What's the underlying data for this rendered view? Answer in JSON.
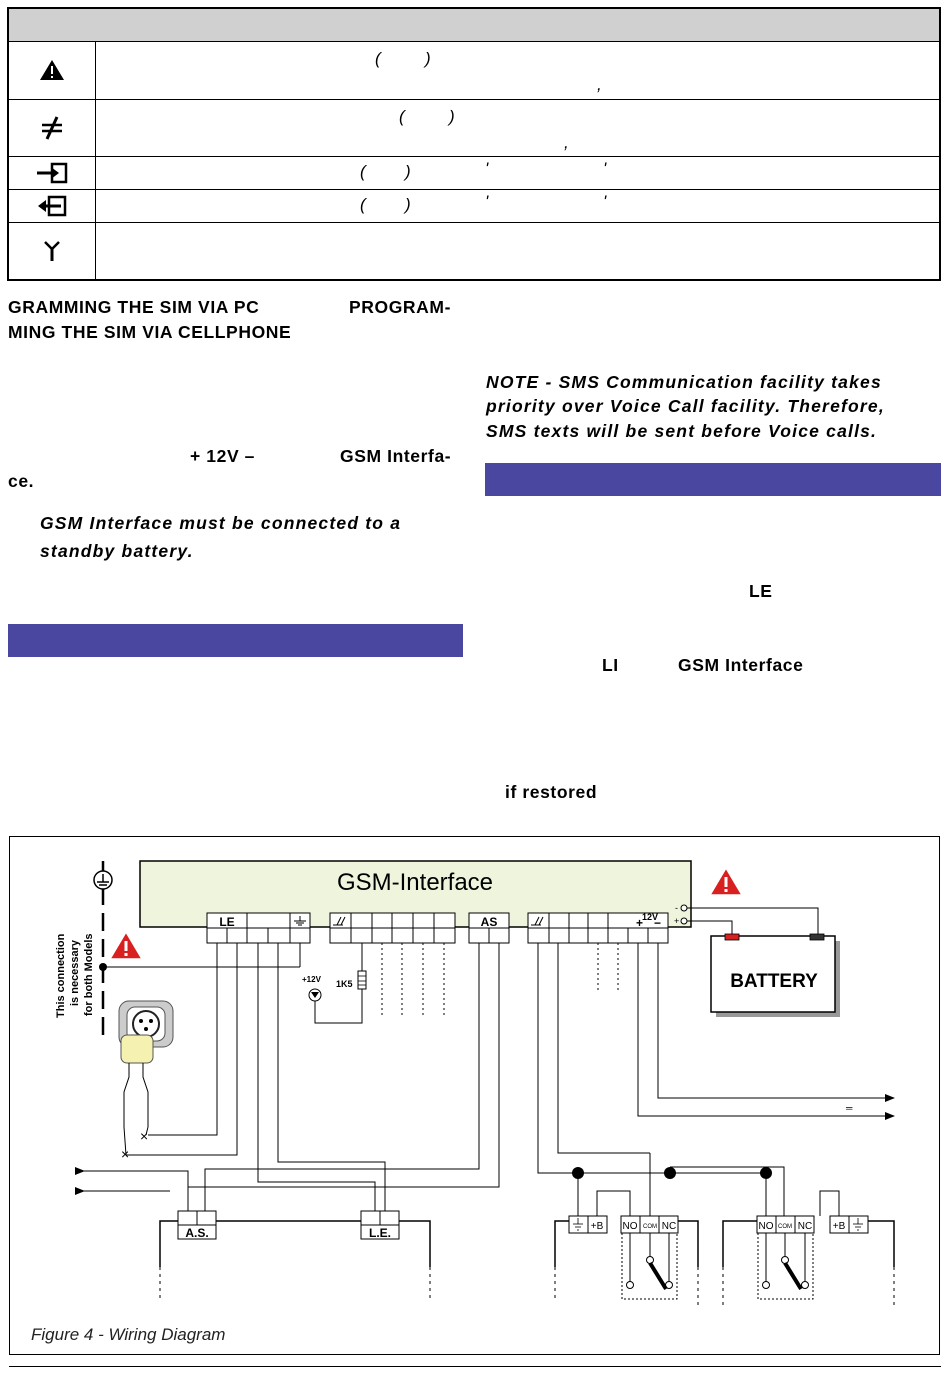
{
  "table": {
    "rows": [
      {
        "icon": "warning-icon",
        "frags": [
          "(",
          ")",
          ","
        ]
      },
      {
        "icon": "no-sim-icon",
        "frags": [
          "(",
          ")",
          ","
        ]
      },
      {
        "icon": "input-arrow-icon",
        "frags": [
          "(",
          ")",
          "'",
          "'"
        ]
      },
      {
        "icon": "output-arrow-icon",
        "frags": [
          "(",
          ")",
          "'",
          "'"
        ]
      },
      {
        "icon": "antenna-icon",
        "frags": []
      }
    ]
  },
  "left": {
    "line1a": "GRAMMING THE SIM VIA PC",
    "line1b": "PROGRAM-",
    "line2": "MING THE SIM VIA CELLPHONE",
    "power_a": "+ 12V –",
    "power_b": "GSM Interfa-",
    "power_c": "ce.",
    "note1": "GSM Interface must be connected to a",
    "note2": "standby battery."
  },
  "right": {
    "note1": "NOTE - SMS Communication facility takes",
    "note2": "priority over Voice Call facility. Therefore,",
    "note3": "SMS texts will be sent before Voice calls.",
    "le": "LE",
    "li": "LI",
    "gsm": "GSM Interface",
    "restored": "if restored"
  },
  "figure": {
    "title": "GSM-Interface",
    "battery": "BATTERY",
    "side_note": [
      "This connection",
      "is necessary",
      "for both Models"
    ],
    "terminal_le": "LE",
    "terminal_as": "AS",
    "v12": "12V",
    "v12b": "+12V",
    "r1k5": "1K5",
    "as_box": "A.S.",
    "le_box": "L.E.",
    "no": "NO",
    "com": "COM",
    "nc": "NC",
    "plusb": "+B",
    "plus": "+",
    "minus": "−",
    "caption": "Figure 4 - Wiring Diagram"
  },
  "colors": {
    "header_gray": "#d0d0d0",
    "bar_blue": "#4a47a0",
    "panel_green": "#eef5dc",
    "warning_red": "#d92020"
  }
}
